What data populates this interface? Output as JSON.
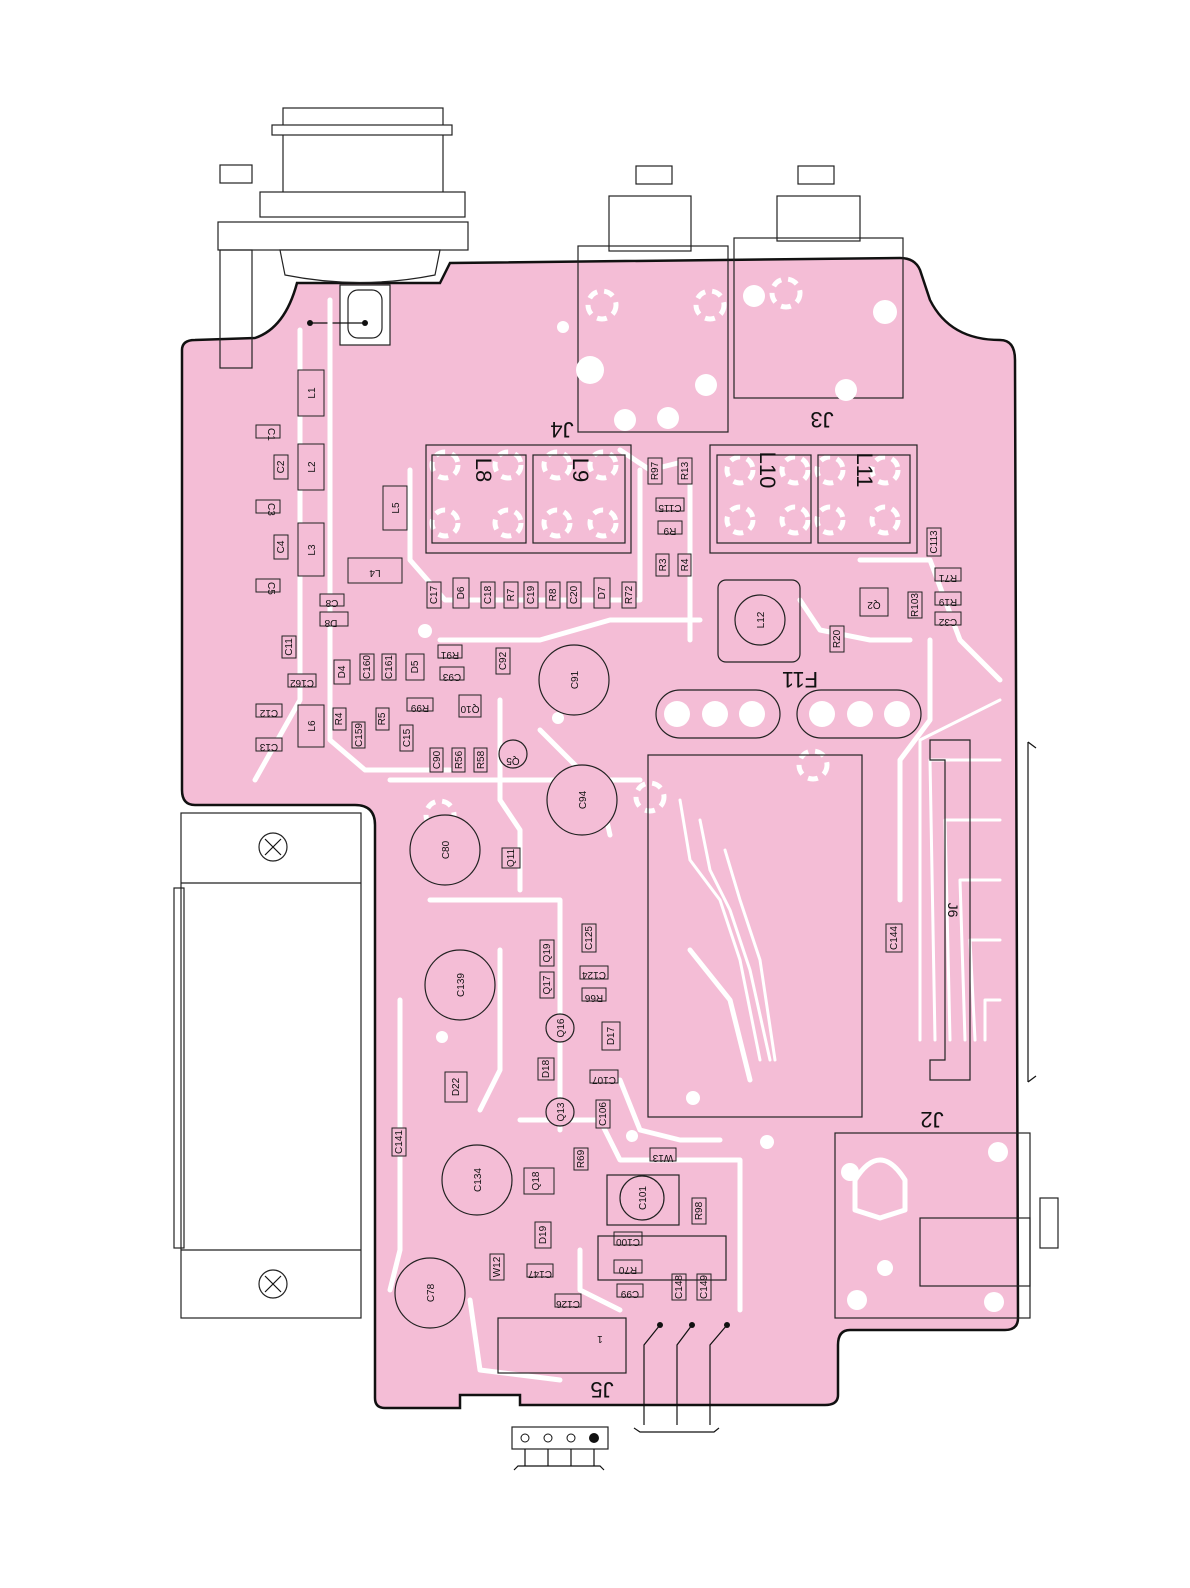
{
  "diagram": {
    "connectors": [
      "J2",
      "J3",
      "J4",
      "J5",
      "J6"
    ],
    "filter": "F11",
    "parts": [
      {
        "ref": "L1"
      },
      {
        "ref": "C1"
      },
      {
        "ref": "C2"
      },
      {
        "ref": "L2"
      },
      {
        "ref": "C3"
      },
      {
        "ref": "L5"
      },
      {
        "ref": "C4"
      },
      {
        "ref": "L3"
      },
      {
        "ref": "L4"
      },
      {
        "ref": "C5"
      },
      {
        "ref": "C8"
      },
      {
        "ref": "D8"
      },
      {
        "ref": "C11"
      },
      {
        "ref": "D4"
      },
      {
        "ref": "C160"
      },
      {
        "ref": "C161"
      },
      {
        "ref": "D5"
      },
      {
        "ref": "C162"
      },
      {
        "ref": "C12"
      },
      {
        "ref": "L6"
      },
      {
        "ref": "R4"
      },
      {
        "ref": "R5"
      },
      {
        "ref": "C159"
      },
      {
        "ref": "C13"
      },
      {
        "ref": "C15"
      },
      {
        "ref": "C17"
      },
      {
        "ref": "D6"
      },
      {
        "ref": "C18"
      },
      {
        "ref": "R7"
      },
      {
        "ref": "C19"
      },
      {
        "ref": "R8"
      },
      {
        "ref": "C20"
      },
      {
        "ref": "D7"
      },
      {
        "ref": "R72"
      },
      {
        "ref": "R97"
      },
      {
        "ref": "R13"
      },
      {
        "ref": "C115"
      },
      {
        "ref": "R9"
      },
      {
        "ref": "R3"
      },
      {
        "ref": "R4"
      },
      {
        "ref": "R91"
      },
      {
        "ref": "C93"
      },
      {
        "ref": "R99"
      },
      {
        "ref": "C92"
      },
      {
        "ref": "Q10"
      },
      {
        "ref": "C91"
      },
      {
        "ref": "C90"
      },
      {
        "ref": "R56"
      },
      {
        "ref": "R58"
      },
      {
        "ref": "Q5"
      },
      {
        "ref": "C94"
      },
      {
        "ref": "C80"
      },
      {
        "ref": "Q11"
      },
      {
        "ref": "L12"
      },
      {
        "ref": "L8"
      },
      {
        "ref": "L9"
      },
      {
        "ref": "L10"
      },
      {
        "ref": "L11"
      },
      {
        "ref": "C113"
      },
      {
        "ref": "R71"
      },
      {
        "ref": "Q2"
      },
      {
        "ref": "R103"
      },
      {
        "ref": "R19"
      },
      {
        "ref": "R20"
      },
      {
        "ref": "C32"
      },
      {
        "ref": "C144"
      },
      {
        "ref": "C139"
      },
      {
        "ref": "Q19"
      },
      {
        "ref": "C125"
      },
      {
        "ref": "Q17"
      },
      {
        "ref": "C124"
      },
      {
        "ref": "R66"
      },
      {
        "ref": "Q16"
      },
      {
        "ref": "D17"
      },
      {
        "ref": "D18"
      },
      {
        "ref": "C107"
      },
      {
        "ref": "D22"
      },
      {
        "ref": "Q13"
      },
      {
        "ref": "C106"
      },
      {
        "ref": "C141"
      },
      {
        "ref": "C134"
      },
      {
        "ref": "Q18"
      },
      {
        "ref": "R69"
      },
      {
        "ref": "W13"
      },
      {
        "ref": "C101"
      },
      {
        "ref": "R98"
      },
      {
        "ref": "D19"
      },
      {
        "ref": "C100"
      },
      {
        "ref": "R70"
      },
      {
        "ref": "W12"
      },
      {
        "ref": "C147"
      },
      {
        "ref": "C78"
      },
      {
        "ref": "C126"
      },
      {
        "ref": "C99"
      },
      {
        "ref": "C148"
      },
      {
        "ref": "C149"
      }
    ],
    "labels": {
      "L1": "L1",
      "C1": "C1",
      "C2": "C2",
      "L2": "L2",
      "C3": "C3",
      "L5": "L5",
      "C4": "C4",
      "L3": "L3",
      "L4": "L4",
      "C5": "C5",
      "C8": "C8",
      "D8": "D8",
      "C11": "C11",
      "D4": "D4",
      "C160": "C160",
      "C161": "C161",
      "D5": "D5",
      "C162": "C162",
      "C12": "C12",
      "L6": "L6",
      "R4": "R4",
      "R5": "R5",
      "C159": "C159",
      "C13": "C13",
      "C15": "C15",
      "C17": "C17",
      "D6": "D6",
      "C18": "C18",
      "R7": "R7",
      "C19": "C19",
      "R8": "R8",
      "C20": "C20",
      "D7": "D7",
      "R72": "R72",
      "R97": "R97",
      "R13": "R13",
      "C115": "C115",
      "R9": "R9",
      "R3": "R3",
      "R4b": "R4",
      "R91": "R91",
      "C93": "C93",
      "R99": "R99",
      "C92": "C92",
      "Q10": "Q10",
      "C91": "C91",
      "C90": "C90",
      "R56": "R56",
      "R58": "R58",
      "Q5": "Q5",
      "C94": "C94",
      "C80": "C80",
      "Q11": "Q11",
      "L12": "L12",
      "L8": "L8",
      "L9": "L9",
      "L10": "L10",
      "L11": "L11",
      "C113": "C113",
      "R71": "R71",
      "Q2": "Q2",
      "R103": "R103",
      "R19": "R19",
      "R20": "R20",
      "C32": "C32",
      "C144": "C144",
      "C139": "C139",
      "Q19": "Q19",
      "C125": "C125",
      "Q17": "Q17",
      "C124": "C124",
      "R66": "R66",
      "Q16": "Q16",
      "D17": "D17",
      "D18": "D18",
      "C107": "C107",
      "D22": "D22",
      "Q13": "Q13",
      "C106": "C106",
      "C141": "C141",
      "C134": "C134",
      "Q18": "Q18",
      "R69": "R69",
      "W13": "W13",
      "C101": "C101",
      "R98": "R98",
      "D19": "D19",
      "C100": "C100",
      "R70": "R70",
      "W12": "W12",
      "C147": "C147",
      "C78": "C78",
      "C126": "C126",
      "C99": "C99",
      "C148": "C148",
      "C149": "C149",
      "J2": "J2",
      "J3": "J3",
      "J4": "J4",
      "J5": "J5",
      "J6": "J6",
      "F11": "F11",
      "pin1": "1"
    },
    "colors": {
      "board": "#f4bdd6",
      "trace": "#ffffff",
      "outline": "#222222"
    }
  }
}
